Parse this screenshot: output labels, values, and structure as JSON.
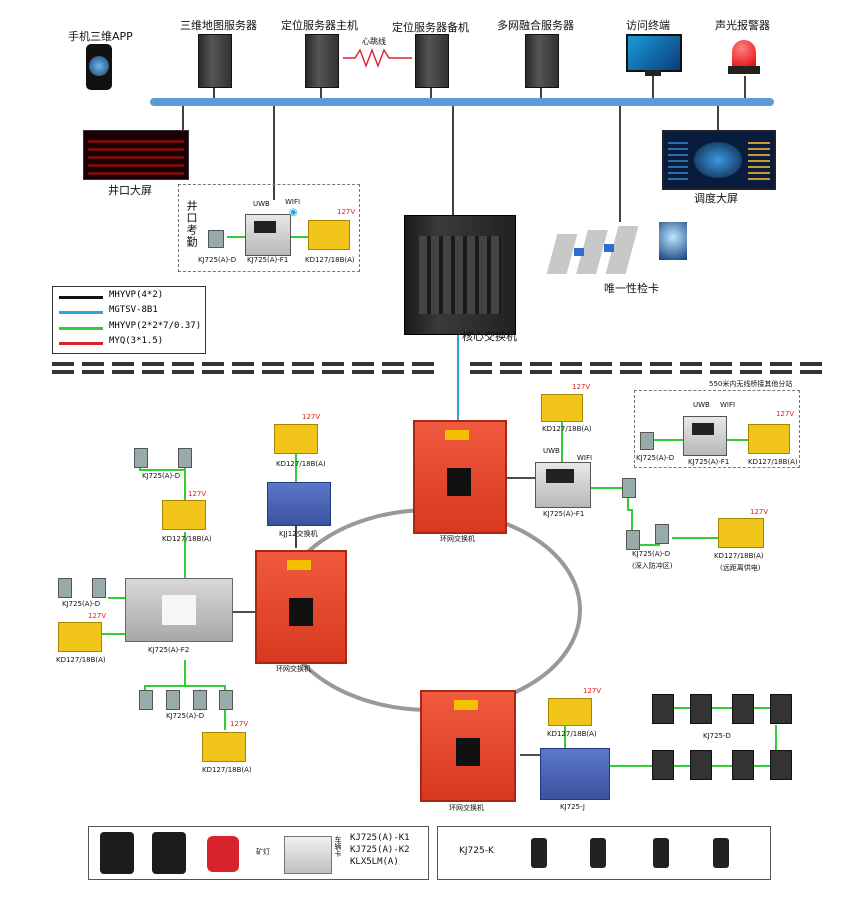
{
  "colors": {
    "backbone": "#5b9bd5",
    "black_cable": "#111111",
    "blue_cable": "#2aa7d8",
    "green_cable": "#33cc33",
    "red_cable": "#d8232a",
    "switch_body": "#e8442e",
    "ring": "#999999"
  },
  "legend": [
    {
      "label": "MHYVP(4*2)",
      "color": "#111111"
    },
    {
      "label": "MGTSV-8B1",
      "color": "#2aa7d8"
    },
    {
      "label": "MHYVP(2*2*7/0.37)",
      "color": "#33cc33"
    },
    {
      "label": "MYQ(3*1.5)",
      "color": "#d8232a"
    }
  ],
  "top": {
    "mobile_app": "手机三维APP",
    "map_server": "三维地图服务器",
    "loc_master": "定位服务器主机",
    "heartbeat": "心跳线",
    "loc_backup": "定位服务器备机",
    "fusion_server": "多网融合服务器",
    "access_terminal": "访问终端",
    "alarm": "声光报警器",
    "shaft_screen": "井口大屏",
    "dispatch_screen": "调度大屏",
    "core_switch": "核心交换机",
    "gate": "唯一性检卡"
  },
  "attendance": {
    "title": "井口考勤",
    "uwb": "UWB",
    "wifi": "WIFI",
    "v127": "127V",
    "reader": "KJ725(A)-D",
    "base": "KJ725(A)-F1",
    "power": "KD127/18B(A)"
  },
  "far_station": {
    "title": "550米内无线桥接其他分站",
    "uwb": "UWB",
    "wifi": "WIFI",
    "v127": "127V",
    "reader": "KJ725(A)-D",
    "base": "KJ725(A)-F1",
    "power": "KD127/18B(A)"
  },
  "center": {
    "v127_a": "127V",
    "power_a": "KD127/18B(A)",
    "kjj": "KJJ12交换机",
    "ring_sw_top": "环网交换机",
    "ring_sw_left": "环网交换机",
    "ring_sw_bottom": "环网交换机",
    "v127_b": "127V",
    "power_b": "KD127/18B(A)",
    "uwb": "UWB",
    "wifi": "WIFI",
    "base_f1": "KJ725(A)-F1",
    "reader_deep": "KJ725(A)-D",
    "deep_note": "(深入防冲区)",
    "v127_c": "127V",
    "power_c": "KD127/18B(A)",
    "remote_note": "(远距离供电)",
    "v127_d": "127V",
    "power_d": "KD127/18B(A)",
    "kj725j": "KJ725-J",
    "kj725d_right": "KJ725-D"
  },
  "left": {
    "reader_top": "KJ725(A)-D",
    "v127_top": "127V",
    "power_top": "KD127/18B(A)",
    "reader_mid": "KJ725(A)-D",
    "v127_mid": "127V",
    "power_mid": "KD127/18B(A)",
    "substation": "KJ725(A)-F2",
    "reader_bottom": "KJ725(A)-D",
    "v127_bottom": "127V",
    "power_bottom": "KD127/18B(A)"
  },
  "bottom": {
    "lamp_label": "矿灯",
    "car_label": "车辆卡",
    "card_models": [
      "KJ725(A)-K1",
      "KJ725(A)-K2",
      "KLX5LM(A)"
    ],
    "k_label": "KJ725-K"
  }
}
